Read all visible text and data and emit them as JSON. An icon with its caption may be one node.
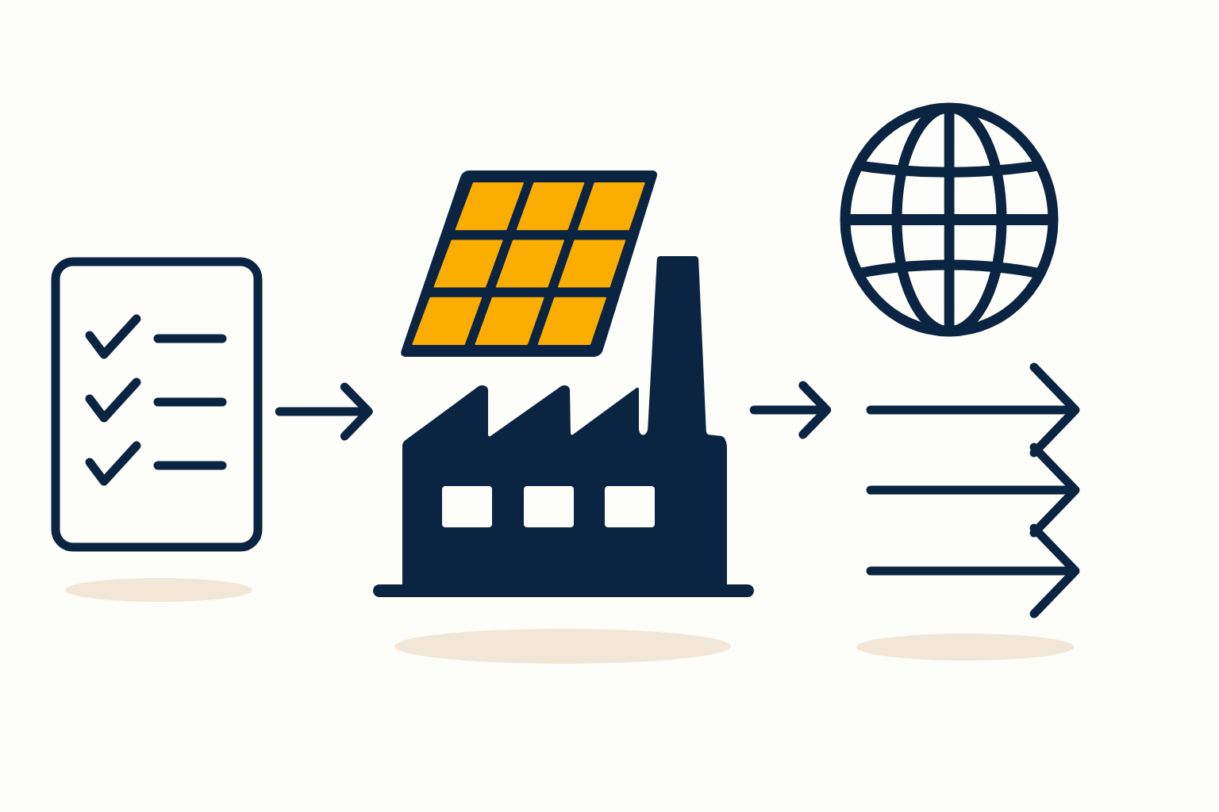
{
  "diagram": {
    "nodes": [
      {
        "text": [],
        "shape": "picture"
      },
      {
        "text": [],
        "shape": "picture"
      },
      {
        "text": [],
        "shape": "picture"
      }
    ],
    "edges": [
      {
        "from": 0,
        "to": 1,
        "arrow": "to"
      },
      {
        "from": 1,
        "to": 2,
        "arrow": "to"
      }
    ]
  }
}
